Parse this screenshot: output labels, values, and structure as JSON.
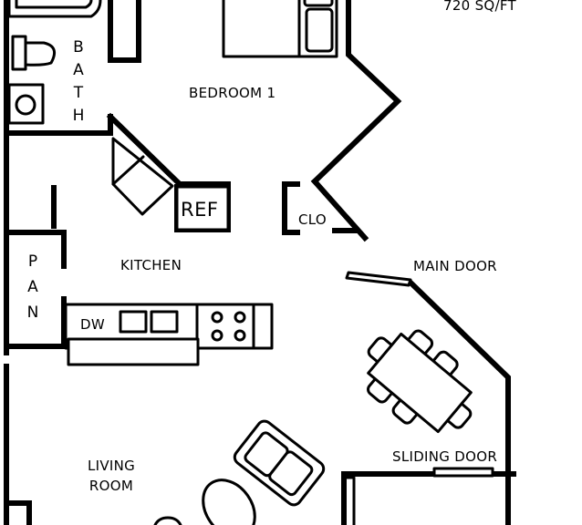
{
  "plan": {
    "area_label": "720 SQ/FT",
    "rooms": {
      "bedroom": "BEDROOM 1",
      "kitchen": "KITCHEN",
      "living_room": [
        "LIVING",
        "ROOM"
      ],
      "bath": [
        "B",
        "A",
        "T",
        "H"
      ],
      "pantry": [
        "P",
        "A",
        "N"
      ],
      "closet": "CLO"
    },
    "fixtures": {
      "refrigerator": "REF",
      "dishwasher": "DW"
    },
    "doors": {
      "main": "MAIN DOOR",
      "sliding": "SLIDING DOOR"
    },
    "colors": {
      "line": "#000000",
      "background": "#ffffff"
    }
  }
}
